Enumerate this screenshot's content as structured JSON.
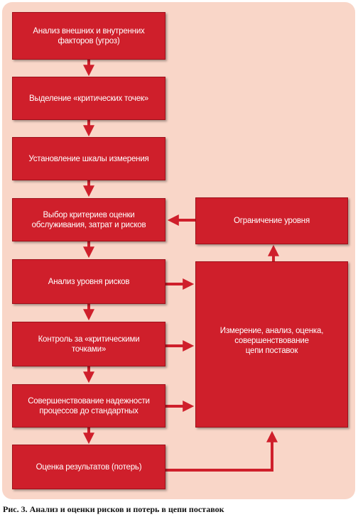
{
  "colors": {
    "panel": "#f9d6c8",
    "box": "#cf1f2b",
    "arrow": "#cf1f2b",
    "text": "#ffffff"
  },
  "boxes": {
    "b1": "Анализ внешних и внутренних\nфакторов (угроз)",
    "b2": "Выделение «критических точек»",
    "b3": "Установление шкалы измерения",
    "b4": "Выбор критериев оценки\nобслуживания, затрат и рисков",
    "b5": "Анализ уровня рисков",
    "b6": "Контроль за «критическими\nточками»",
    "b7": "Совершенствование надежности\nпроцессов  до стандартных",
    "b8": "Оценка результатов (потерь)",
    "r1": "Ограничение уровня",
    "r2": "Измерение, анализ, оценка,\nсовершенствование\nцепи поставок"
  },
  "caption": "Рис. 3. Анализ и оценки рисков и потерь в цепи поставок"
}
